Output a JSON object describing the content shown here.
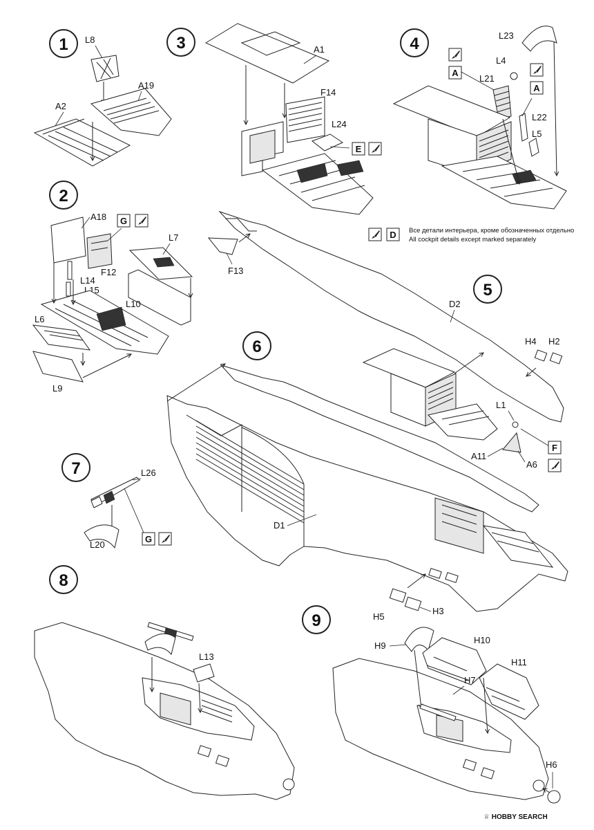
{
  "steps": [
    {
      "num": "1",
      "parts": [
        "L8",
        "A19",
        "A2"
      ]
    },
    {
      "num": "2",
      "parts": [
        "A18",
        "F12",
        "L7",
        "L14",
        "L15",
        "L10",
        "L6",
        "L9"
      ]
    },
    {
      "num": "3",
      "parts": [
        "A1",
        "F14",
        "L24"
      ]
    },
    {
      "num": "4",
      "parts": [
        "L23",
        "L4",
        "L21",
        "L22",
        "L5"
      ]
    },
    {
      "num": "5",
      "parts": [
        "D2",
        "F13",
        "H4",
        "H2",
        "L1",
        "A11",
        "A6"
      ]
    },
    {
      "num": "6",
      "parts": [
        "D1",
        "H5",
        "H3"
      ]
    },
    {
      "num": "7",
      "parts": [
        "L26",
        "L20"
      ]
    },
    {
      "num": "8",
      "parts": [
        "L13"
      ]
    },
    {
      "num": "9",
      "parts": [
        "H9",
        "H10",
        "H11",
        "H7",
        "H6"
      ]
    }
  ],
  "markers": {
    "A": "A",
    "D": "D",
    "E": "E",
    "F": "F",
    "G": "G"
  },
  "icons": {
    "paint": "paintbrush-icon"
  },
  "legend": {
    "marker": "D",
    "line1": "Все детали интерьера, кроме обозначенных отдельно",
    "line2": "All cockpit details except marked separately"
  },
  "watermark": {
    "brand": "HOBBY SEARCH",
    "symbol": "♕"
  }
}
